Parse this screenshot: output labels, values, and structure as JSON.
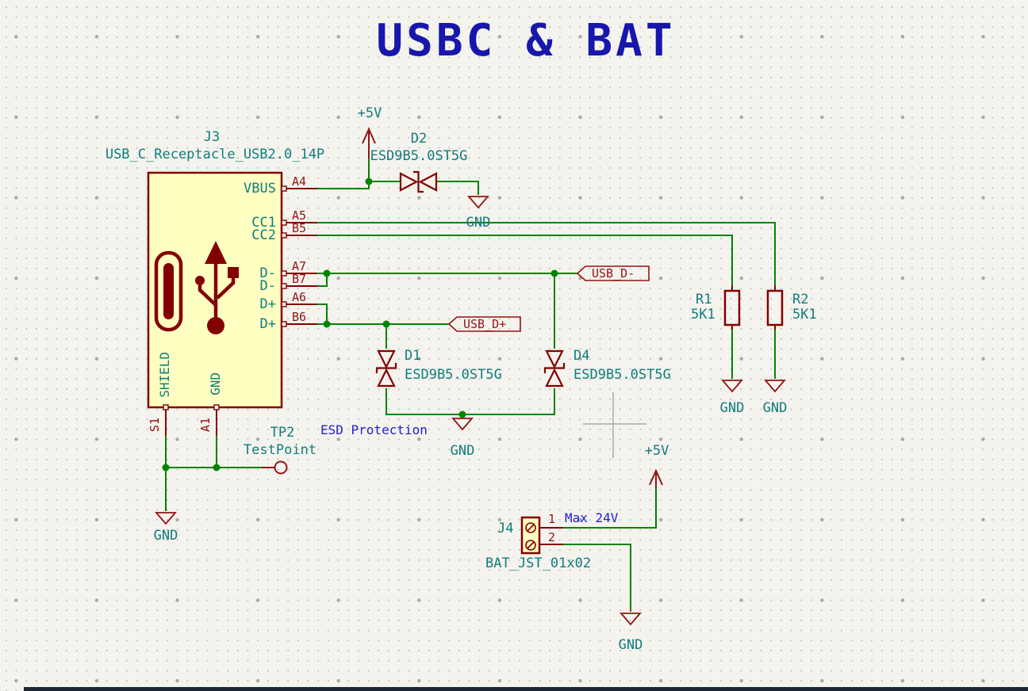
{
  "title": "USBC & BAT",
  "j3": {
    "ref": "J3",
    "value": "USB_C_Receptacle_USB2.0_14P",
    "pin_names": {
      "vbus": "VBUS",
      "cc1": "CC1",
      "cc2": "CC2",
      "dm_a": "D-",
      "dm_b": "D-",
      "dp_a": "D+",
      "dp_b": "D+",
      "shield": "SHIELD",
      "gnd": "GND"
    },
    "pin_numbers": {
      "vbus": "A4",
      "cc1": "A5",
      "cc2": "B5",
      "dm_a": "A7",
      "dm_b": "B7",
      "dp_a": "A6",
      "dp_b": "B6",
      "shield": "S1",
      "gnd": "A1"
    }
  },
  "d2": {
    "ref": "D2",
    "value": "ESD9B5.0ST5G"
  },
  "d1": {
    "ref": "D1",
    "value": "ESD9B5.0ST5G"
  },
  "d4": {
    "ref": "D4",
    "value": "ESD9B5.0ST5G"
  },
  "r1": {
    "ref": "R1",
    "value": "5K1"
  },
  "r2": {
    "ref": "R2",
    "value": "5K1"
  },
  "tp2": {
    "ref": "TP2",
    "value": "TestPoint"
  },
  "j4": {
    "ref": "J4",
    "value": "BAT_JST_01x02",
    "pin_numbers": {
      "p1": "1",
      "p2": "2"
    }
  },
  "net_labels": {
    "usb_dm": "USB_D-",
    "usb_dp": "USB_D+"
  },
  "power_labels": {
    "plus5v_d2": "+5V",
    "plus5v_bat": "+5V",
    "gnd_d2": "GND",
    "gnd_esd": "GND",
    "gnd_r1": "GND",
    "gnd_r2": "GND",
    "gnd_shield": "GND",
    "gnd_bat": "GND"
  },
  "notes": {
    "esd_protection": "ESD Protection",
    "max_voltage": "Max 24V"
  },
  "colors": {
    "wire": "#008400",
    "symbol_outline": "#840000",
    "symbol_fill": "#FFFFC2",
    "field_text": "#0F7D7D",
    "net_label_text": "#941414",
    "note_text": "#2222CC",
    "title_text": "#1717AD",
    "background": "#F4F3EE"
  }
}
